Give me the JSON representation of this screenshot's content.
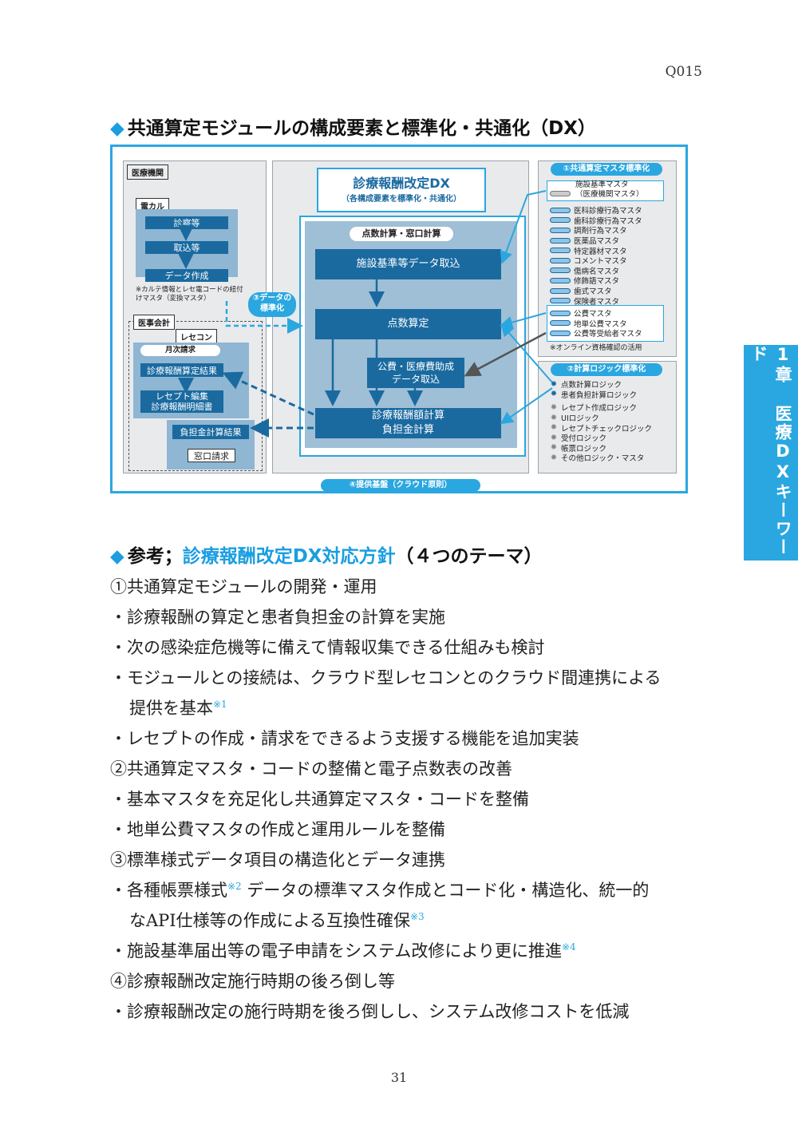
{
  "header": {
    "page_code": "Q015"
  },
  "side_tab": {
    "text": "1章 医療DXキーワード"
  },
  "section1": {
    "title": "共通算定モジュールの構成要素と標準化・共通化（DX）"
  },
  "diagram": {
    "left_panel": {
      "label": "医療機関",
      "ekarte": {
        "label": "電カル",
        "steps": [
          "診察等",
          "取込等",
          "データ作成"
        ],
        "note": "※カルテ情報とレセ電コードの紐付けマスタ（変換マスタ）"
      },
      "ijikaikei": {
        "label": "医事会計",
        "rececon": {
          "label": "レセコン",
          "monthly": "月次請求",
          "result": "診療報酬算定結果",
          "receipt": "レセプト編集\n診療報酬明細書"
        },
        "burden": "負担金計算結果",
        "counter": "窓口請求"
      }
    },
    "center_panel": {
      "title": "診療報酬改定DX",
      "subtitle": "（各構成要素を標準化・共通化）",
      "calc_label": "点数計算・窓口計算",
      "facility": "施設基準等データ取込",
      "score": "点数算定",
      "public": "公費・医療費助成\nデータ取込",
      "total": "診療報酬額計算\n負担金計算",
      "standardize": "③データの\n標準化",
      "platform": "④提供基盤（クラウド原則）"
    },
    "right_panel": {
      "master_title": "①共通算定マスタ標準化",
      "facility_master": "施設基準マスタ\n（医療機関マスタ）",
      "masters": [
        "医科診療行為マスタ",
        "歯科診療行為マスタ",
        "調剤行為マスタ",
        "医薬品マスタ",
        "特定器材マスタ",
        "コメントマスタ",
        "傷病名マスタ",
        "修飾語マスタ",
        "歯式マスタ",
        "保険者マスタ"
      ],
      "public_masters": [
        "公費マスタ",
        "地単公費マスタ",
        "公費等受給者マスタ"
      ],
      "online_note": "※オンライン資格確認の活用",
      "logic_title": "②計算ロジック標準化",
      "logic_blue": [
        "点数計算ロジック",
        "患者負担計算ロジック"
      ],
      "logic_gray": [
        "レセプト作成ロジック",
        "UIロジック",
        "レセプトチェックロジック",
        "受付ロジック",
        "帳票ロジック",
        "その他ロジック・マスタ"
      ]
    }
  },
  "section2": {
    "prefix": "参考；",
    "highlight": "診療報酬改定DX対応方針",
    "suffix": "（４つのテーマ）"
  },
  "body_lines": [
    {
      "text": "①共通算定モジュールの開発・運用",
      "sup": ""
    },
    {
      "text": "・診療報酬の算定と患者負担金の計算を実施",
      "sup": ""
    },
    {
      "text": "・次の感染症危機等に備えて情報収集できる仕組みも検討",
      "sup": ""
    },
    {
      "text": "・モジュールとの接続は、クラウド型レセコンとのクラウド間連携による",
      "sup": ""
    },
    {
      "text": "提供を基本",
      "sup": "※1"
    },
    {
      "text": "・レセプトの作成・請求をできるよう支援する機能を追加実装",
      "sup": ""
    },
    {
      "text": "②共通算定マスタ・コードの整備と電子点数表の改善",
      "sup": ""
    },
    {
      "text": "・基本マスタを充足化し共通算定マスタ・コードを整備",
      "sup": ""
    },
    {
      "text": "・地単公費マスタの作成と運用ルールを整備",
      "sup": ""
    },
    {
      "text": "③標準様式データ項目の構造化とデータ連携",
      "sup": ""
    },
    {
      "text": "・各種帳票様式",
      "sup": "※2",
      "tail": " データの標準マスタ作成とコード化・構造化、統一的"
    },
    {
      "text": "なAPI仕様等の作成による互換性確保",
      "sup": "※3"
    },
    {
      "text": "・施設基準届出等の電子申請をシステム改修により更に推進",
      "sup": "※4"
    },
    {
      "text": "④診療報酬改定施行時期の後ろ倒し等",
      "sup": ""
    },
    {
      "text": "・診療報酬改定の施行時期を後ろ倒しし、システム改修コストを低減",
      "sup": ""
    }
  ],
  "footer": {
    "page_number": "31"
  }
}
